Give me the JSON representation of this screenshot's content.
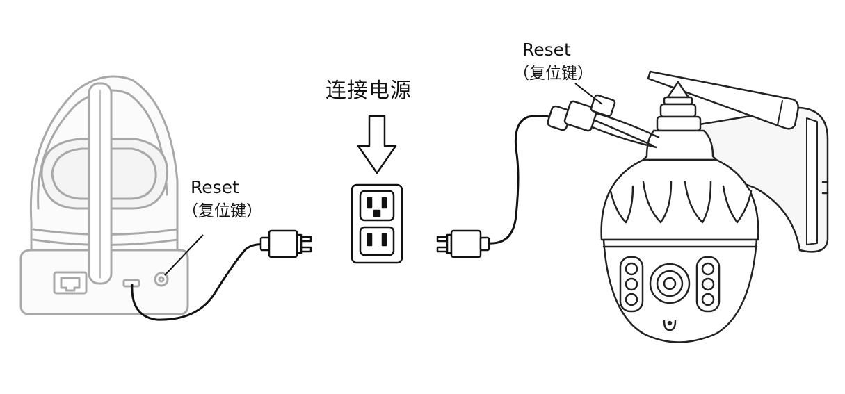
{
  "title": "连接电源",
  "left_camera": {
    "reset_label": "Reset",
    "reset_label_cn": "（复位键）"
  },
  "right_camera": {
    "reset_label": "Reset",
    "reset_label_cn": "（复位键）"
  },
  "colors": {
    "line_dark": "#111111",
    "line_gray": "#a8a8a8",
    "fill_light_gray": "#f0f0f0",
    "background": "#ffffff"
  }
}
